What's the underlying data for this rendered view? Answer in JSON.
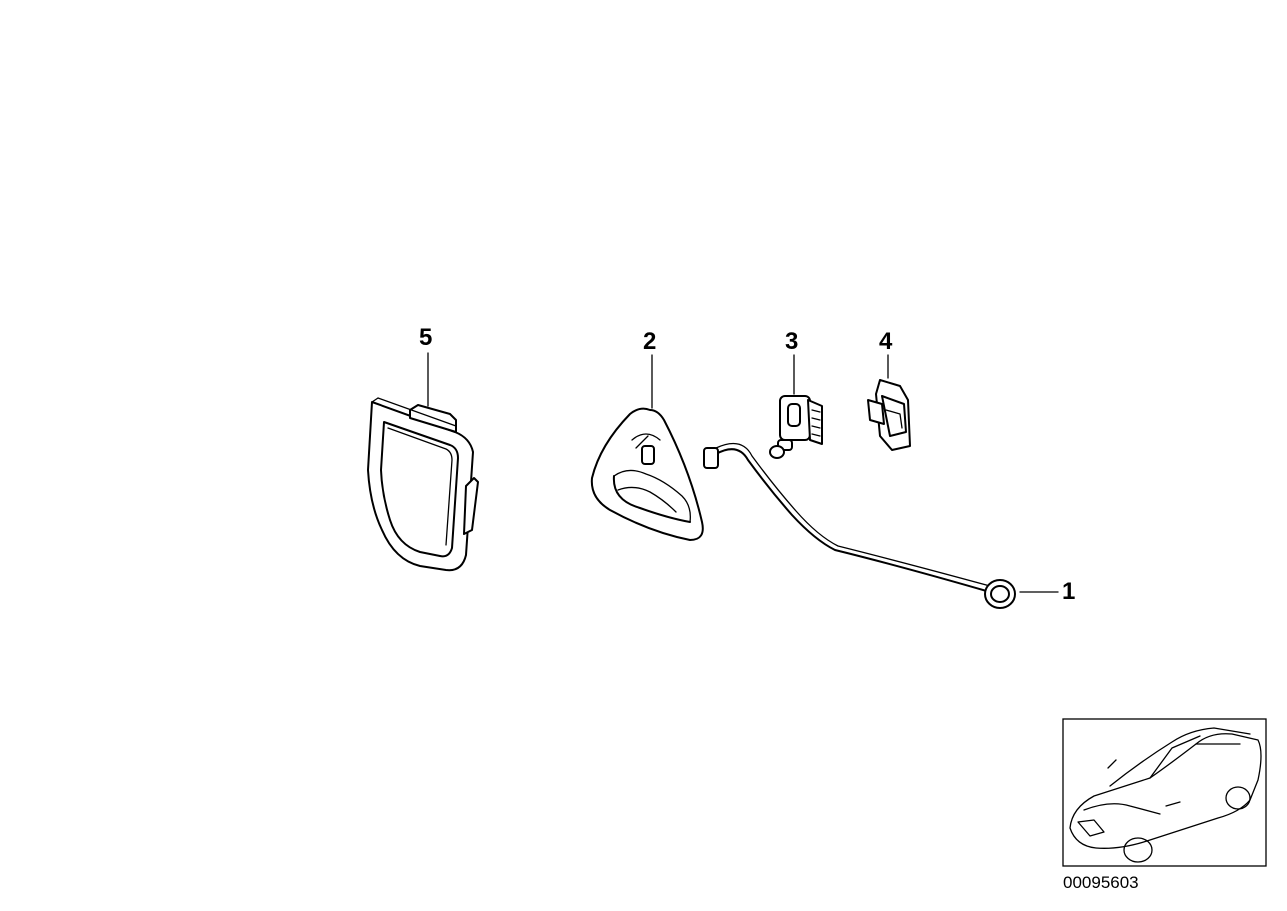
{
  "callouts": [
    {
      "id": "1",
      "text": "1"
    },
    {
      "id": "2",
      "text": "2"
    },
    {
      "id": "3",
      "text": "3"
    },
    {
      "id": "4",
      "text": "4"
    },
    {
      "id": "5",
      "text": "5"
    }
  ],
  "diagram_code": "00095603"
}
